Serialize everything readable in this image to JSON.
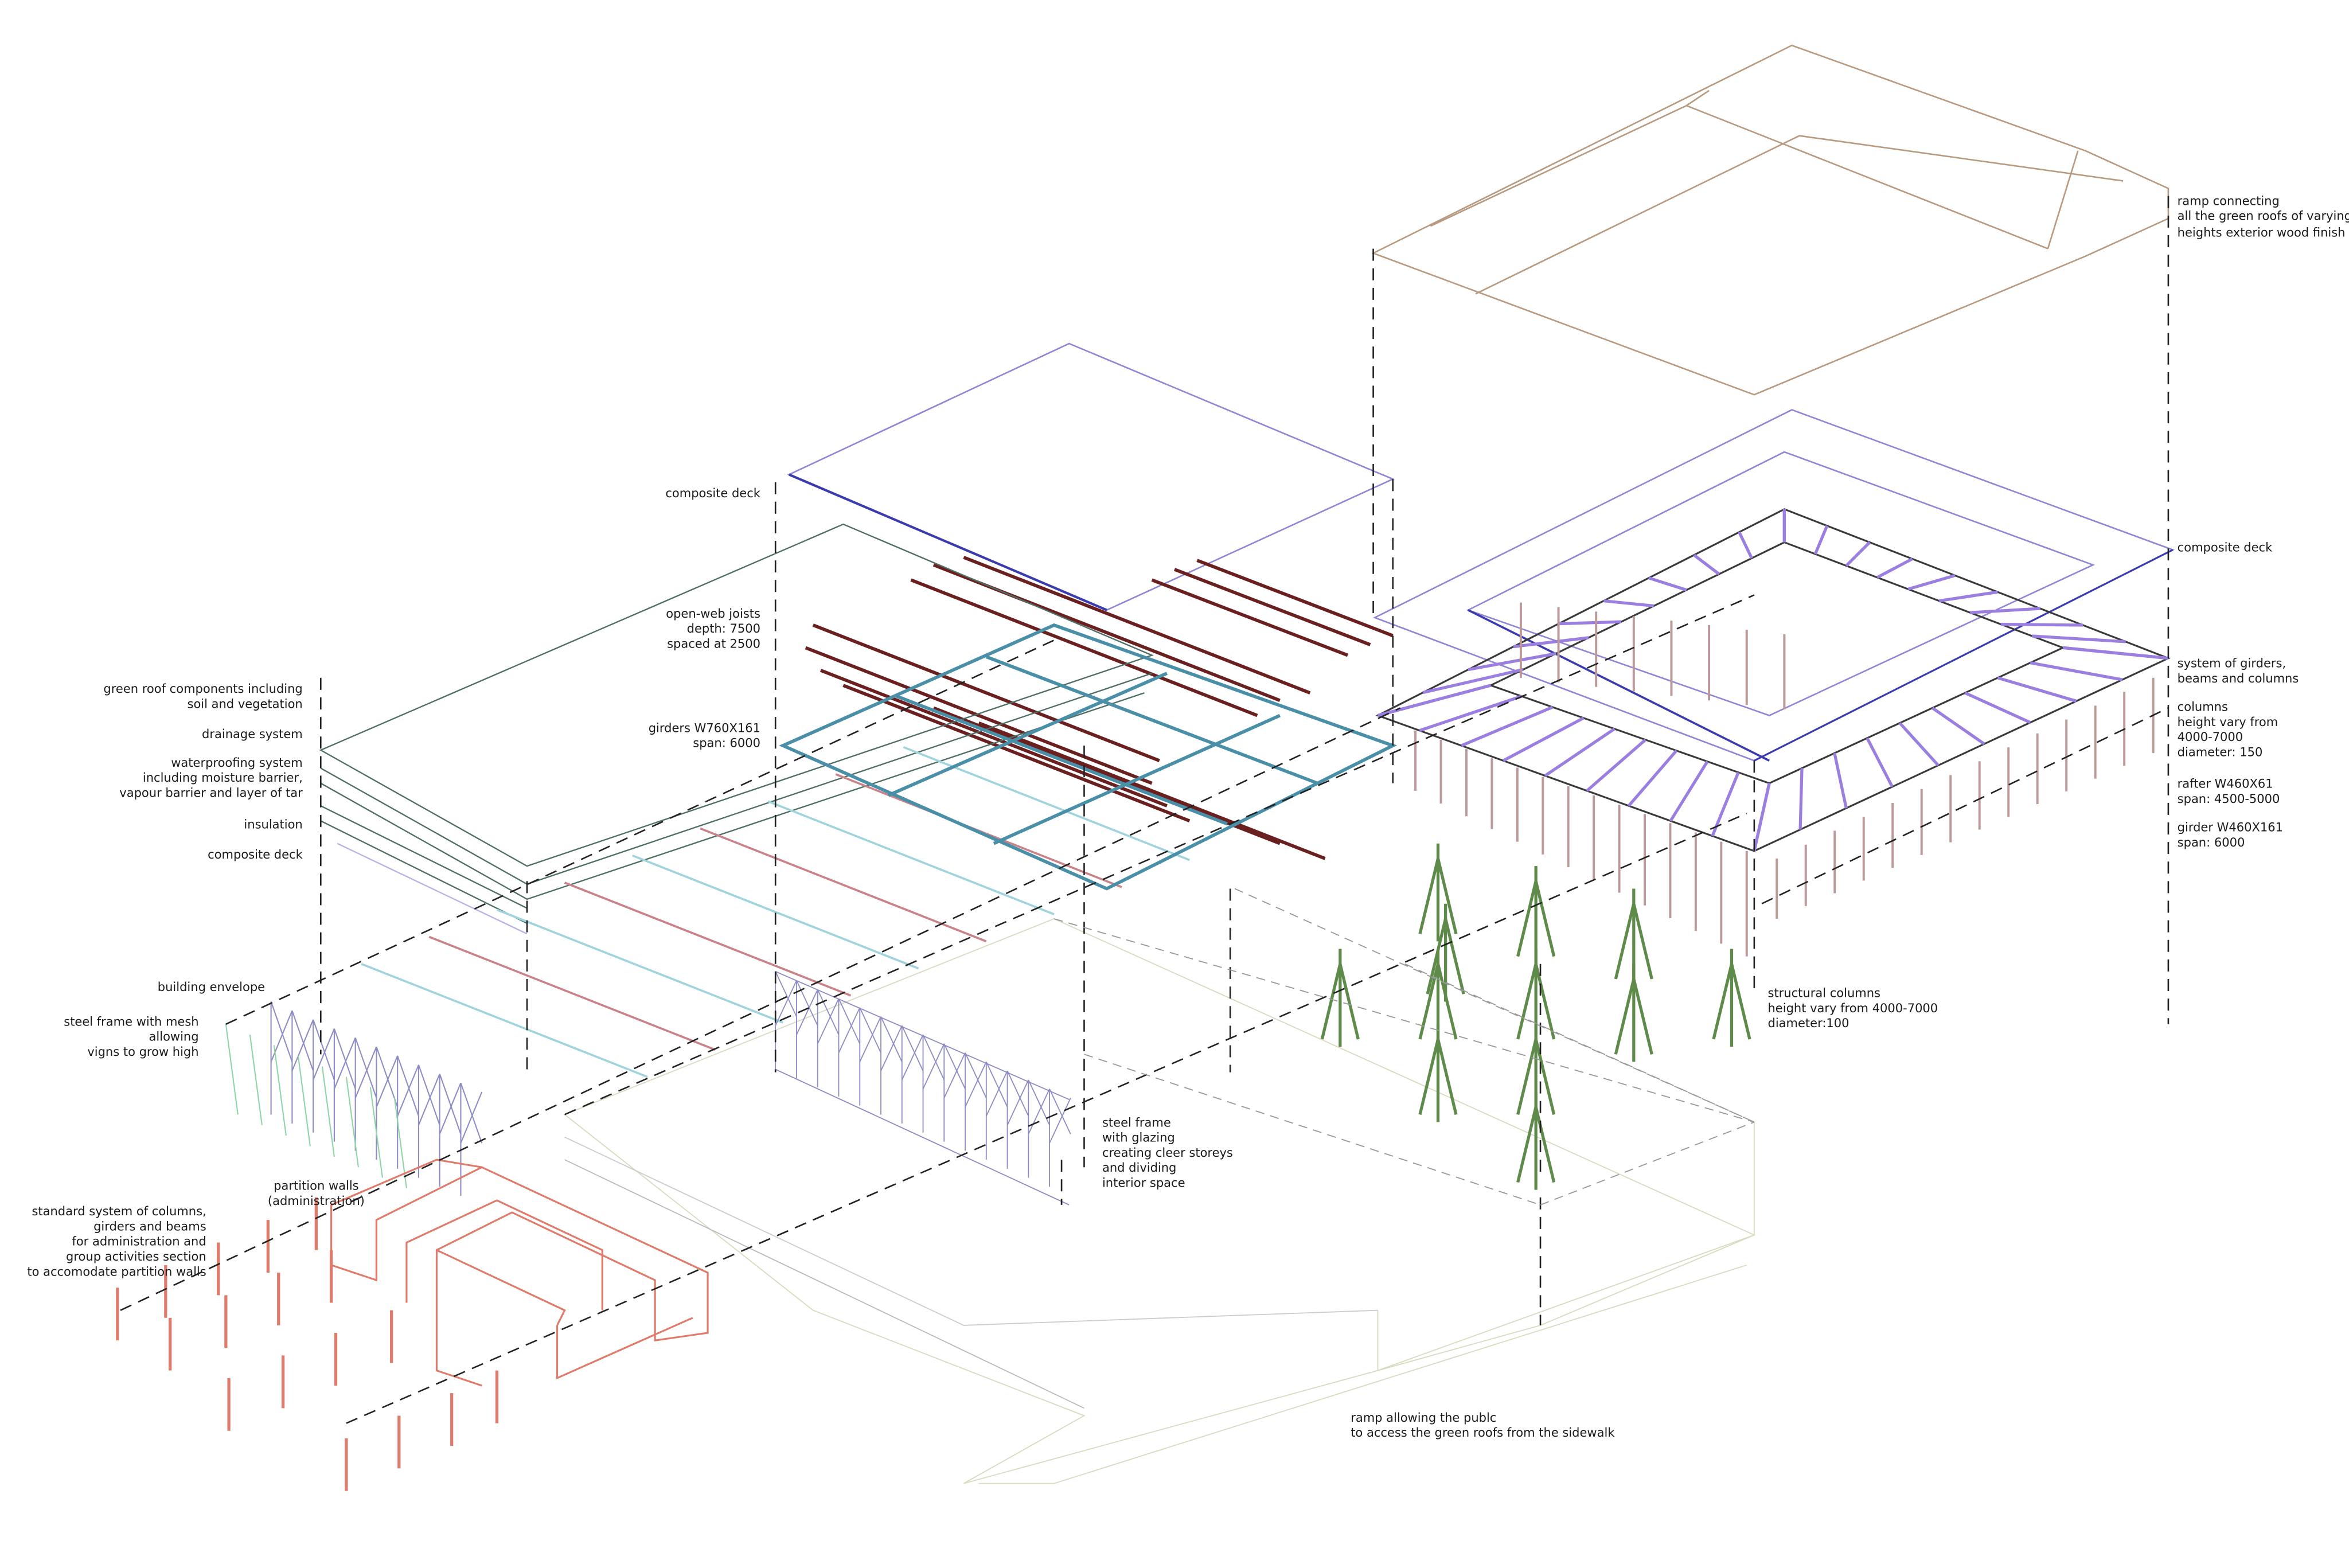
{
  "labels": {
    "composite_deck_mid": "composite deck",
    "open_web_joists": [
      "open-web joists",
      "depth: 7500",
      "spaced at 2500"
    ],
    "girders_w760": [
      "girders  W760X161",
      "span: 6000"
    ],
    "green_roof": [
      "green roof components including",
      "soil and vegetation"
    ],
    "drainage": "drainage system",
    "waterproofing": [
      "waterproofing system",
      "including moisture barrier,",
      "vapour barrier and layer of tar"
    ],
    "insulation": "insulation",
    "composite_deck_left": "composite deck",
    "building_envelope": "building envelope",
    "steel_frame_mesh": [
      "steel frame with mesh",
      "allowing",
      "vigns to grow high"
    ],
    "partition_walls": [
      "partition walls",
      "(administration)"
    ],
    "standard_system": [
      "standard system of columns,",
      "girders and beams",
      "for administration and",
      "group activities section",
      "to accomodate partition walls"
    ],
    "steel_frame_glazing": [
      "steel frame",
      "with glazing",
      "creating cleer storeys",
      "and dividing",
      "interior space"
    ],
    "structural_columns": [
      "structural columns",
      "height vary from 4000-7000",
      "diameter:100"
    ],
    "ramp_public": [
      "ramp allowing the publc",
      " to access the green roofs from the sidewalk"
    ],
    "ramp_connecting": [
      "ramp connecting",
      "all the green roofs of varying",
      "heights exterior wood finish"
    ],
    "composite_deck_right": "composite deck",
    "system_girders": [
      "system of girders,",
      "beams and columns"
    ],
    "columns": [
      "columns",
      "height vary from",
      "4000-7000",
      "diameter: 150"
    ],
    "rafter": [
      "rafter  W460X61",
      "span: 4500-5000"
    ],
    "girder_w460": [
      "girder  W460X161",
      "span: 6000"
    ]
  },
  "colors": {
    "ramp_wood": "#b89a80",
    "deck_purple": "#8f86d6",
    "deck_blue": "#3b3bb0",
    "frame_dark": "#3a3a3a",
    "beam_purple": "#9b7fe0",
    "joist_red": "#6b2020",
    "girder_blue": "#4a8fa8",
    "roof_green": "#4f6f66",
    "partition_red": "#e07a6a",
    "column_green": "#5e8a4a",
    "mesh_purple": "#8e8cc4"
  }
}
